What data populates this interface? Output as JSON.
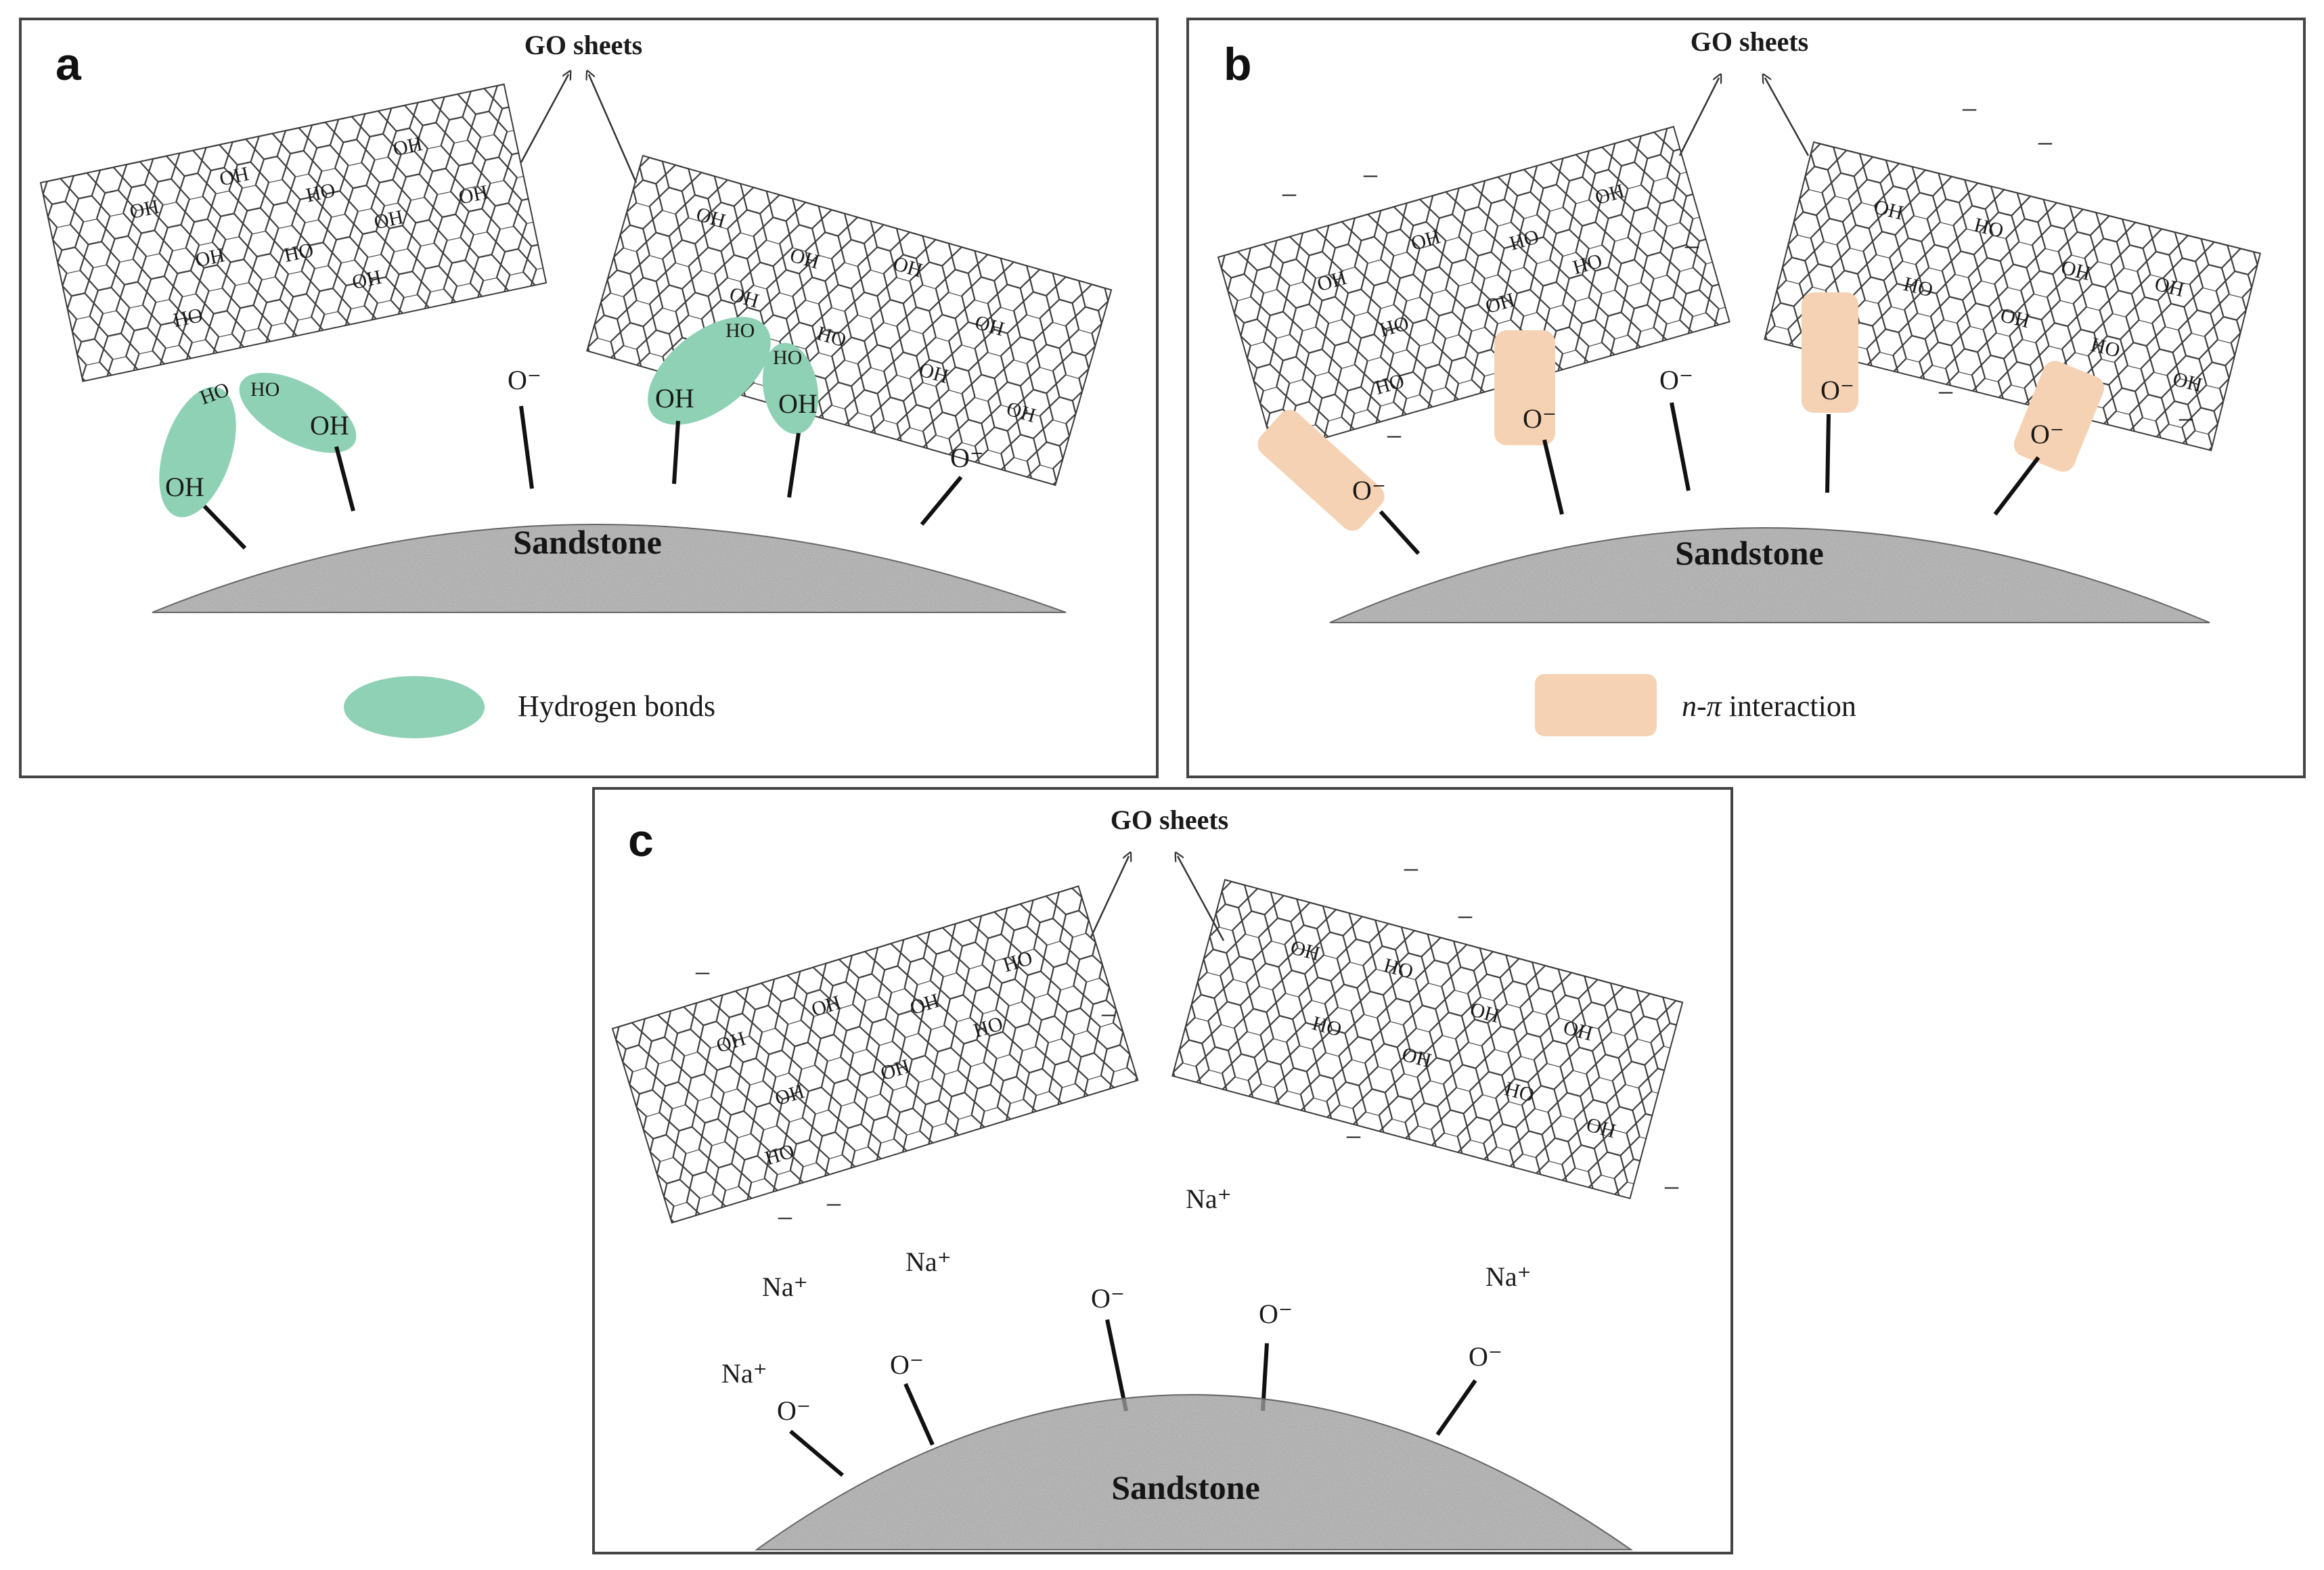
{
  "colors": {
    "hydrogen_bond": "#8fd1b4",
    "npi_interaction": "#f6d2b4",
    "sandstone": "#8d8d8d",
    "frame": "#444444"
  },
  "panel_a": {
    "letter": "a",
    "go_sheets": "GO sheets",
    "sandstone": "Sandstone",
    "legend": "Hydrogen bonds",
    "oh": "OH",
    "o_minus": "O⁻"
  },
  "panel_b": {
    "letter": "b",
    "go_sheets": "GO sheets",
    "sandstone": "Sandstone",
    "legend_italic": "n-π",
    "legend_rest": " interaction",
    "o_minus": "O⁻"
  },
  "panel_c": {
    "letter": "c",
    "go_sheets": "GO sheets",
    "sandstone": "Sandstone",
    "na": "Na⁺",
    "o_minus": "O⁻"
  }
}
